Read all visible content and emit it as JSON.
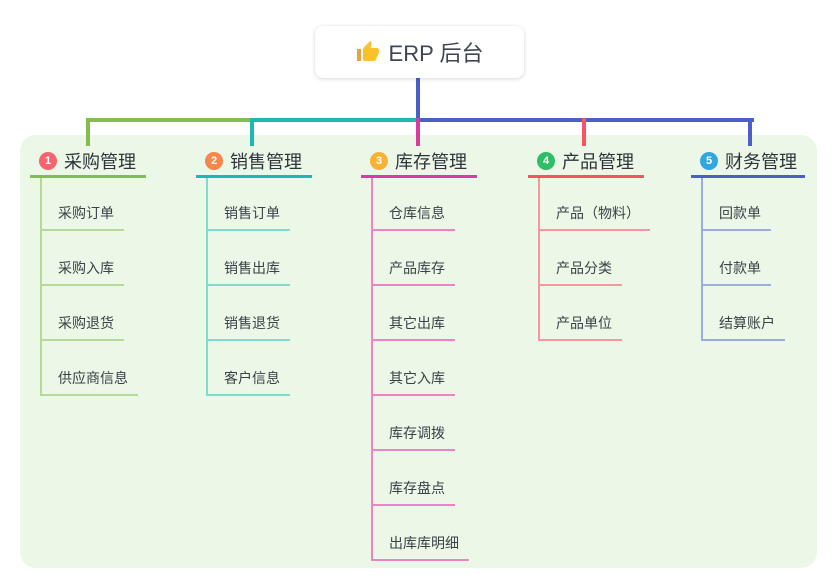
{
  "root": {
    "label": "ERP 后台",
    "icon": "thumbs-up-icon"
  },
  "connector_color": "#4b5fc6",
  "panel_bg": "#ebf7e7",
  "canvas_bg": "#ffffff",
  "branches": [
    {
      "index": "1",
      "label": "采购管理",
      "color": "#84bd4e",
      "light_color": "#b5d998",
      "badge_color": "#f7636f",
      "children": [
        "采购订单",
        "采购入库",
        "采购退货",
        "供应商信息"
      ]
    },
    {
      "index": "2",
      "label": "销售管理",
      "color": "#1cb9ae",
      "light_color": "#82d9d0",
      "badge_color": "#f8864a",
      "children": [
        "销售订单",
        "销售出库",
        "销售退货",
        "客户信息"
      ]
    },
    {
      "index": "3",
      "label": "库存管理",
      "color": "#d83c9e",
      "light_color": "#ef83c4",
      "badge_color": "#f8b233",
      "children": [
        "仓库信息",
        "产品库存",
        "其它出库",
        "其它入库",
        "库存调拨",
        "库存盘点",
        "出库库明细"
      ]
    },
    {
      "index": "4",
      "label": "产品管理",
      "color": "#f8545f",
      "light_color": "#fa959b",
      "badge_color": "#2fbd67",
      "children": [
        "产品（物料）",
        "产品分类",
        "产品单位"
      ]
    },
    {
      "index": "5",
      "label": "财务管理",
      "color": "#4b5fc6",
      "light_color": "#9cabe3",
      "badge_color": "#31a7de",
      "children": [
        "回款单",
        "付款单",
        "结算账户"
      ]
    }
  ]
}
